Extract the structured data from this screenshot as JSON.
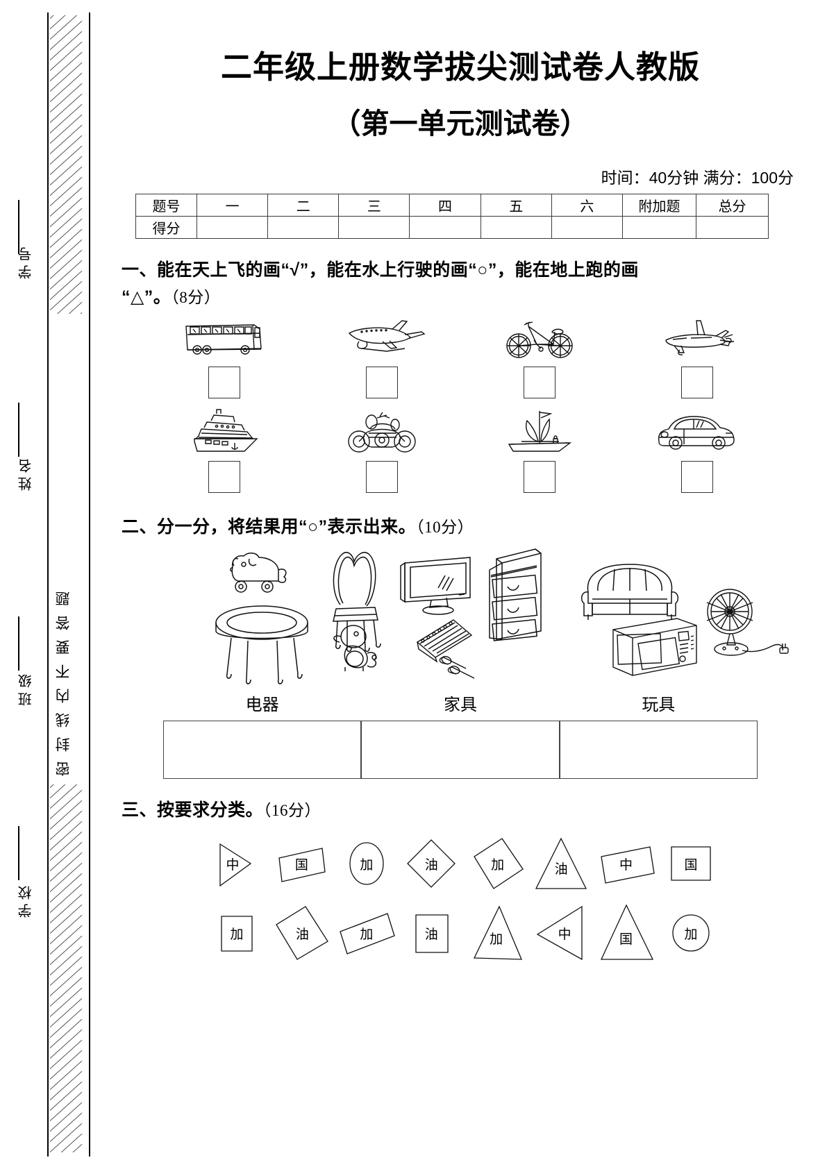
{
  "seal": {
    "vertical_text": "密封线内不要答题",
    "fields": [
      {
        "label": "学号"
      },
      {
        "label": "姓名"
      },
      {
        "label": "班级"
      },
      {
        "label": "学校"
      }
    ]
  },
  "header": {
    "title_main": "二年级上册数学拔尖测试卷人教版",
    "title_sub": "（第一单元测试卷）",
    "meta": "时间：40分钟  满分：100分"
  },
  "score_table": {
    "row_labels": [
      "题号",
      "得分"
    ],
    "columns": [
      "一",
      "二",
      "三",
      "四",
      "五",
      "六",
      "附加题",
      "总分"
    ],
    "scores": [
      "",
      "",
      "",
      "",
      "",
      "",
      "",
      ""
    ]
  },
  "questions": [
    {
      "number": "一、",
      "text_line1": "一、能在天上飞的画“√”，能在水上行驶的画“○”，能在地上跑的画",
      "text_line2": "“△”。",
      "points": "（8分）",
      "rows": [
        [
          {
            "icon": "bus-icon",
            "label": "公共汽车"
          },
          {
            "icon": "jet-plane-icon",
            "label": "喷气式飞机"
          },
          {
            "icon": "bicycle-icon",
            "label": "自行车"
          },
          {
            "icon": "propeller-plane-icon",
            "label": "螺旋桨飞机"
          }
        ],
        [
          {
            "icon": "ship-icon",
            "label": "轮船"
          },
          {
            "icon": "motorcycle-icon",
            "label": "摩托车"
          },
          {
            "icon": "sailboat-icon",
            "label": "帆船"
          },
          {
            "icon": "car-icon",
            "label": "小汽车"
          }
        ]
      ]
    },
    {
      "number": "二、",
      "text": "二、分一分，将结果用“○”表示出来。",
      "points": "（10分）",
      "items": [
        {
          "icon": "toy-dog-icon",
          "label": "玩具狗"
        },
        {
          "icon": "chair-icon",
          "label": "椅子"
        },
        {
          "icon": "tv-monitor-icon",
          "label": "电视机"
        },
        {
          "icon": "drawer-cabinet-icon",
          "label": "抽屉柜"
        },
        {
          "icon": "sofa-icon",
          "label": "沙发"
        },
        {
          "icon": "electric-fan-icon",
          "label": "电风扇"
        },
        {
          "icon": "round-table-icon",
          "label": "圆桌"
        },
        {
          "icon": "toy-duck-icon",
          "label": "玩具鸭"
        },
        {
          "icon": "xylophone-icon",
          "label": "木琴"
        },
        {
          "icon": "microwave-icon",
          "label": "微波炉"
        }
      ],
      "categories": [
        {
          "name": "电器"
        },
        {
          "name": "家具"
        },
        {
          "name": "玩具"
        }
      ]
    },
    {
      "number": "三、",
      "text": "三、按要求分类。",
      "points": "（16分）",
      "shape_rows": [
        [
          {
            "shape": "triangle-right",
            "char": "中"
          },
          {
            "shape": "quadrilateral",
            "char": "国"
          },
          {
            "shape": "ellipse",
            "char": "加"
          },
          {
            "shape": "diamond",
            "char": "油"
          },
          {
            "shape": "diamond-tilt",
            "char": "加"
          },
          {
            "shape": "triangle-up",
            "char": "油"
          },
          {
            "shape": "rect-tilt",
            "char": "中"
          },
          {
            "shape": "square",
            "char": "国"
          }
        ],
        [
          {
            "shape": "rect-tall",
            "char": "加"
          },
          {
            "shape": "diamond-tilt",
            "char": "油"
          },
          {
            "shape": "rect-tilt",
            "char": "加"
          },
          {
            "shape": "rect-tall",
            "char": "油"
          },
          {
            "shape": "triangle-up",
            "char": "加"
          },
          {
            "shape": "triangle-left",
            "char": "中"
          },
          {
            "shape": "triangle-up",
            "char": "国"
          },
          {
            "shape": "circle",
            "char": "加"
          }
        ]
      ]
    }
  ],
  "colors": {
    "ink": "#000000",
    "rule": "#3a3a3a",
    "paper": "#ffffff"
  }
}
